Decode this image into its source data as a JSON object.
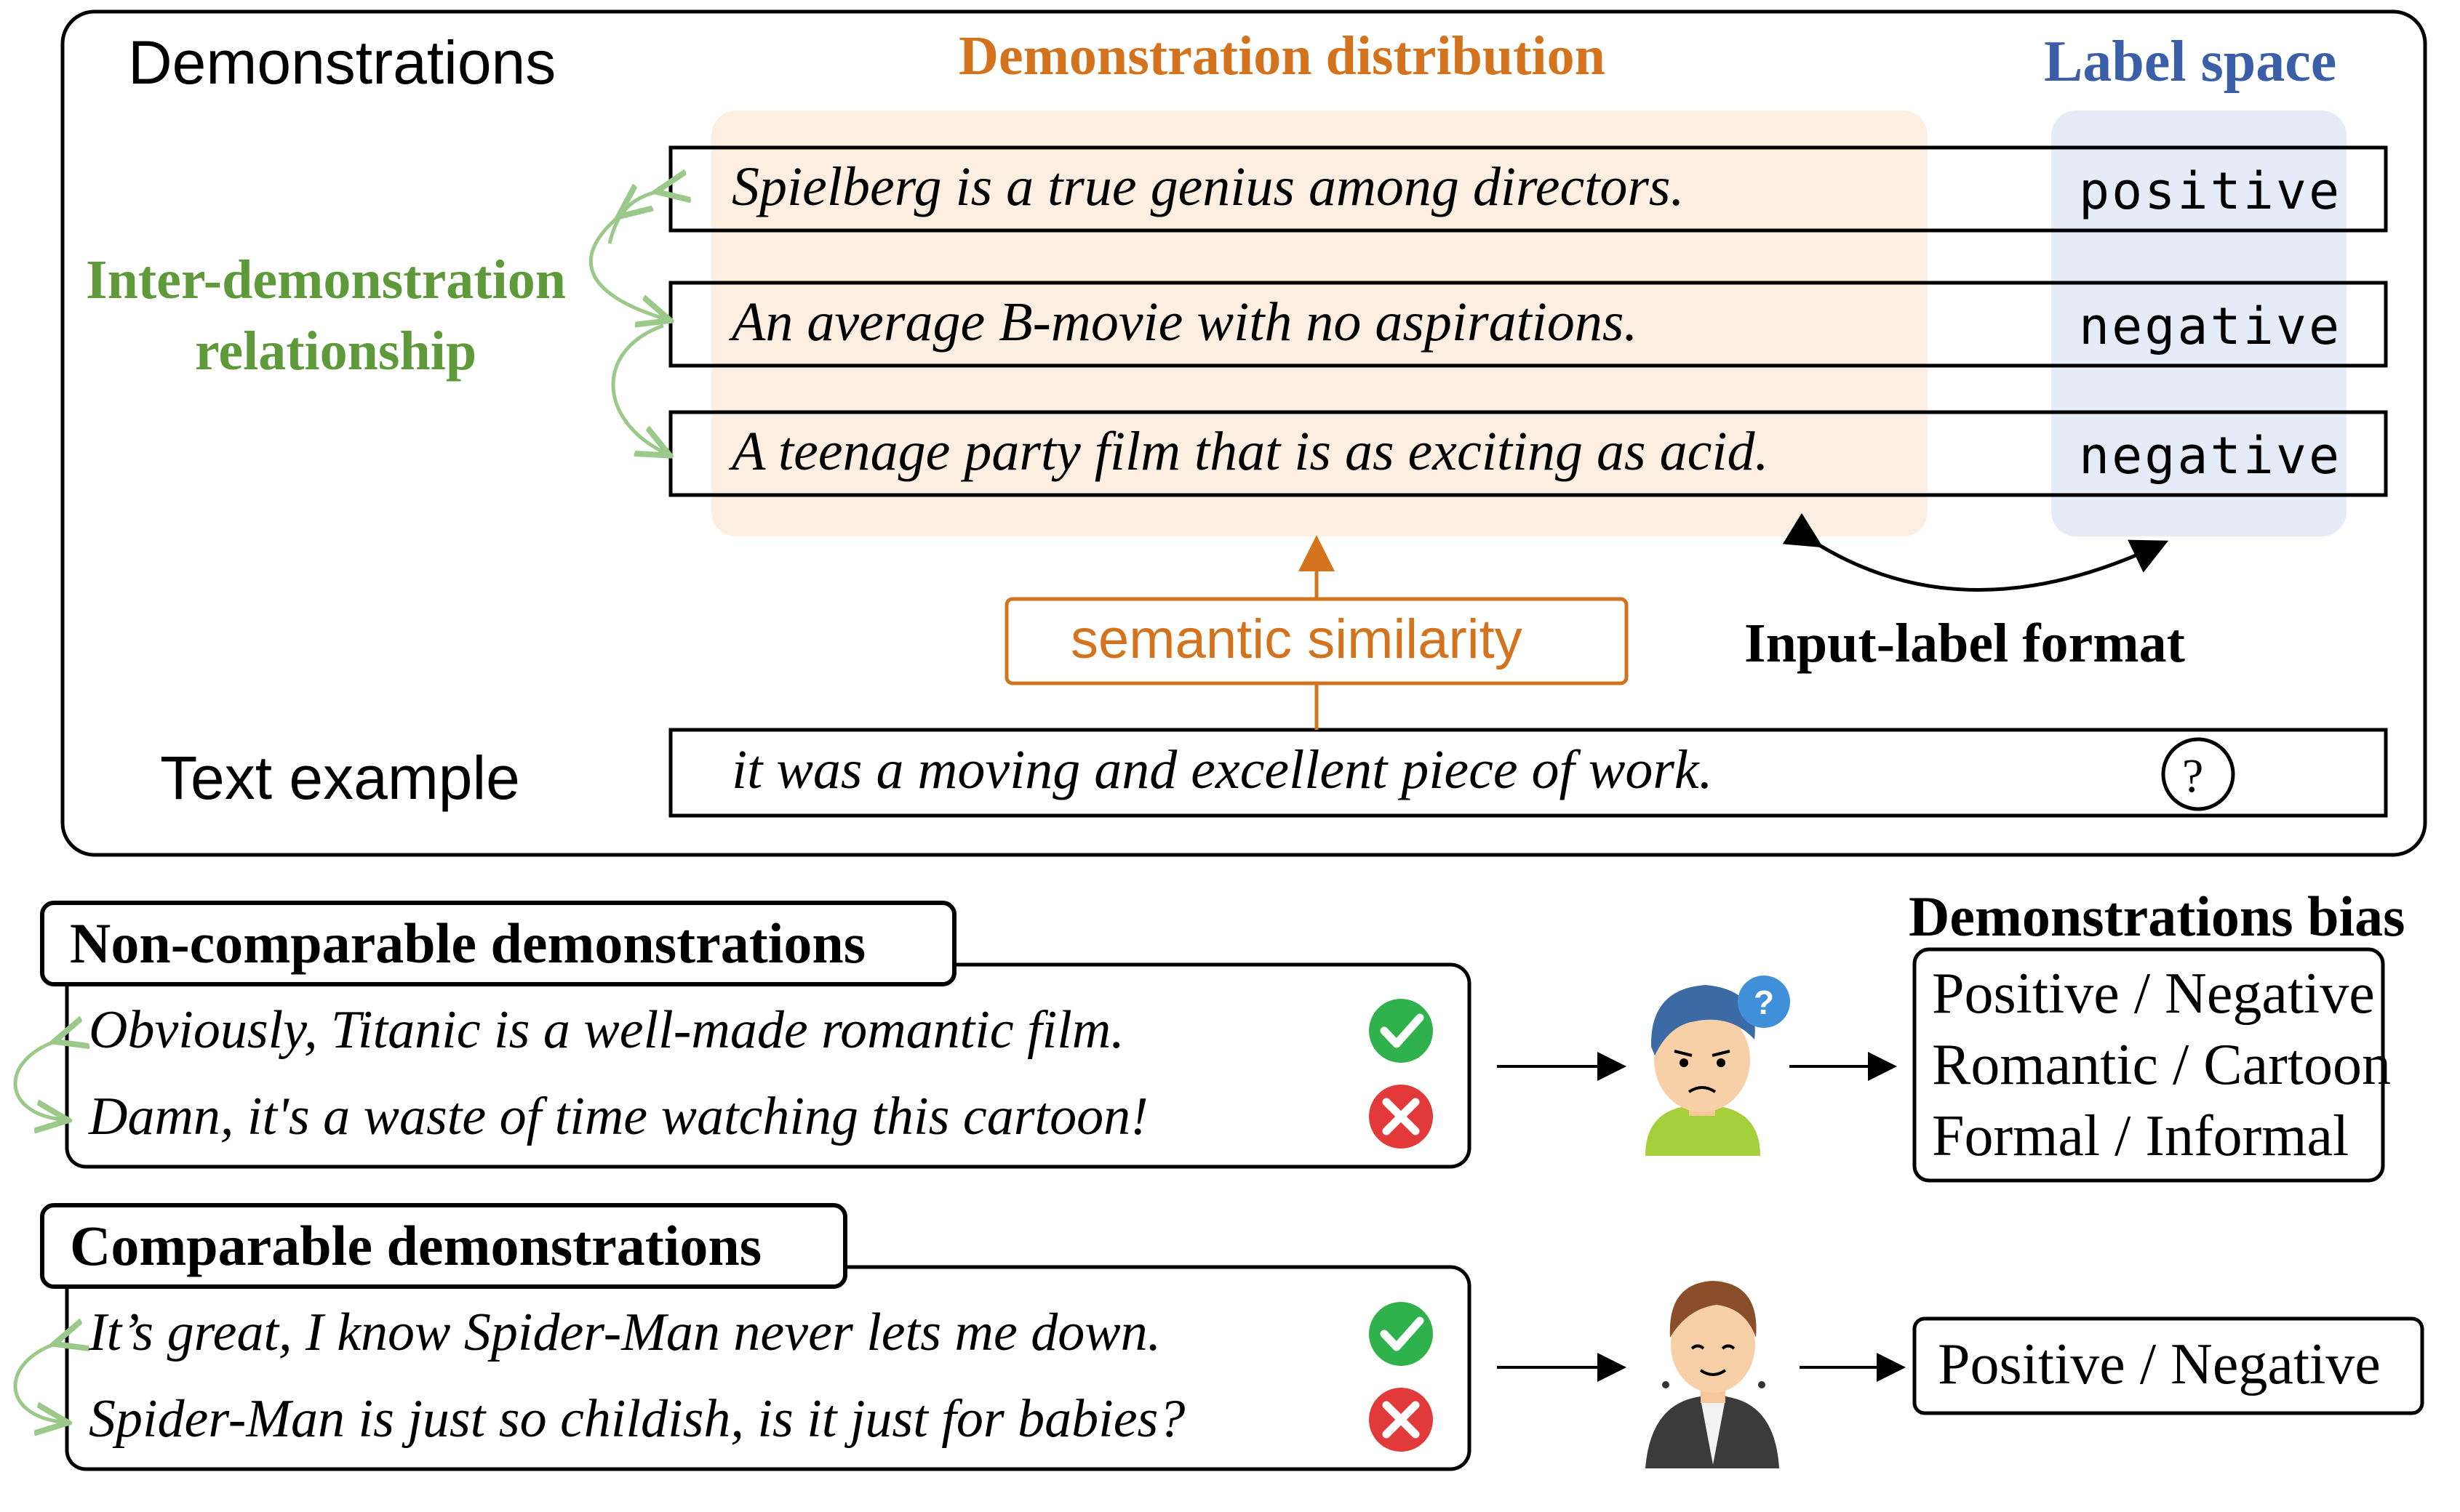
{
  "top": {
    "demonstrations_title": "Demonstrations",
    "distribution_title": "Demonstration distribution",
    "label_space_title": "Label space",
    "inter_relationship_line1": "Inter-demonstration",
    "inter_relationship_line2": "relationship",
    "demos": [
      {
        "text": "Spielberg is a true genius among directors.",
        "label": "positive"
      },
      {
        "text": "An average B-movie with no aspirations.",
        "label": "negative"
      },
      {
        "text": "A teenage party film that is as exciting as acid.",
        "label": "negative"
      }
    ],
    "semantic_similarity": "semantic similarity",
    "input_label_format": "Input-label format",
    "text_example_title": "Text example",
    "text_example": "it was a moving and excellent piece of work.",
    "unknown_label": "?"
  },
  "non_comparable": {
    "title": "Non-comparable demonstrations",
    "items": [
      {
        "text": "Obviously, Titanic is a well-made romantic film.",
        "mark": "check-icon"
      },
      {
        "text": "Damn, it's a waste of time watching this cartoon!",
        "mark": "cross-icon"
      }
    ],
    "bias": [
      "Positive / Negative",
      "Romantic / Cartoon",
      "Formal / Informal"
    ]
  },
  "comparable": {
    "title": "Comparable demonstrations",
    "items": [
      {
        "text": "It’s great, I know Spider-Man never lets me down.",
        "mark": "check-icon"
      },
      {
        "text": "Spider-Man is just so childish, is it just for babies?",
        "mark": "cross-icon"
      }
    ],
    "bias": [
      "Positive / Negative"
    ]
  },
  "bias_title": "Demonstrations bias",
  "colors": {
    "distribution": "#d4731e",
    "label_space": "#3a5ea8",
    "relationship": "#5e9a3a",
    "check": "#2fb24c",
    "cross": "#e23a3a"
  }
}
